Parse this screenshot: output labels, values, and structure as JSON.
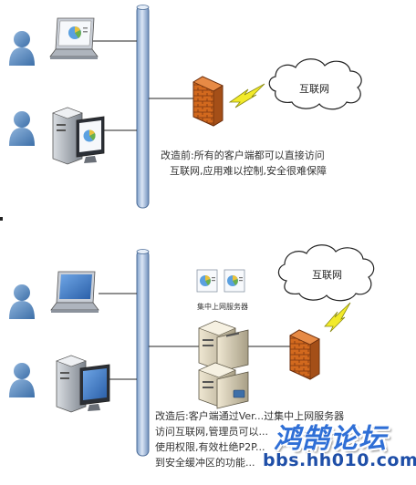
{
  "top_section": {
    "internet_label": "互联网",
    "caption_line1": "改造前:所有的客户端都可以直接访问",
    "caption_line2": "互联网,应用难以控制,安全很难保障"
  },
  "bottom_section": {
    "internet_label": "互联网",
    "server_label": "集中上网服务器",
    "caption_line1": "改造后:客户端通过Ver...过集中上网服务器",
    "caption_line2": "访问互联网,管理员可以...",
    "caption_line3": "使用权限,有效杜绝P2P...",
    "caption_line4": "到安全缓冲区的功能..."
  },
  "watermark": {
    "title": "鸿鹄论坛",
    "url": "bbs.hh010.com"
  },
  "icons": [
    "user-icon",
    "laptop-icon",
    "desktop-icon",
    "firewall-icon",
    "lightning-icon",
    "cloud-icon",
    "server-icon",
    "document-icon"
  ],
  "colors": {
    "backbone": "#b8cde8",
    "firewall": "#d2691e",
    "lightning": "#f2ea2a",
    "watermark": "#2f6fd6"
  }
}
